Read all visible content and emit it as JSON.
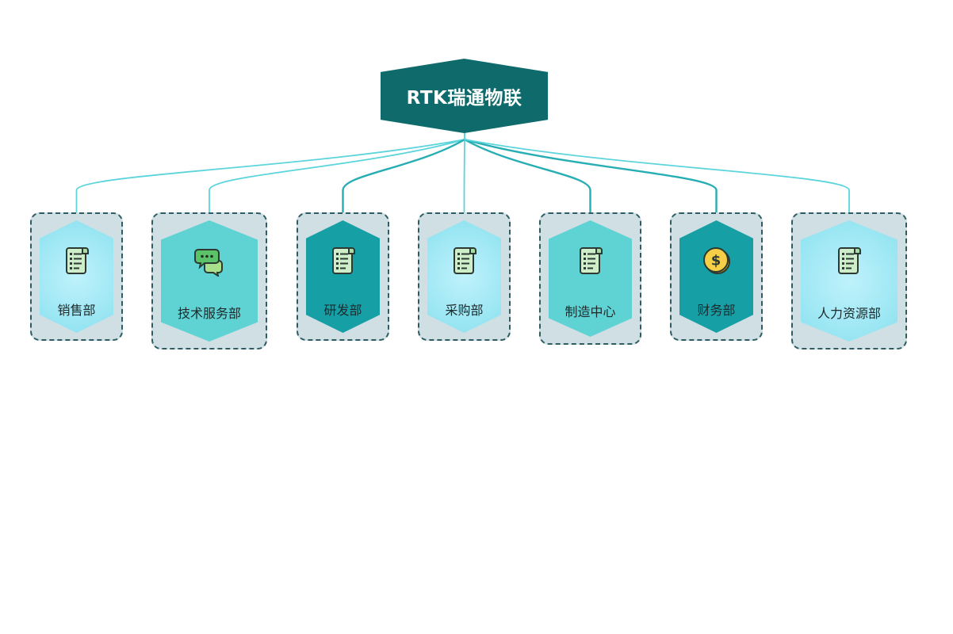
{
  "root": {
    "title": "RTK瑞通物联",
    "fill": "#0f6b6b"
  },
  "connector_color": "#5cd4dc",
  "departments": [
    {
      "label": "销售部",
      "icon": "document-list-icon",
      "hex_style": "light"
    },
    {
      "label": "技术服务部",
      "icon": "chat-bubbles-icon",
      "hex_style": "mid"
    },
    {
      "label": "研发部",
      "icon": "document-list-icon",
      "hex_style": "dark"
    },
    {
      "label": "采购部",
      "icon": "document-list-icon",
      "hex_style": "light"
    },
    {
      "label": "制造中心",
      "icon": "document-list-icon",
      "hex_style": "mid"
    },
    {
      "label": "财务部",
      "icon": "dollar-coin-icon",
      "hex_style": "dark"
    },
    {
      "label": "人力资源部",
      "icon": "document-list-icon",
      "hex_style": "light"
    }
  ]
}
